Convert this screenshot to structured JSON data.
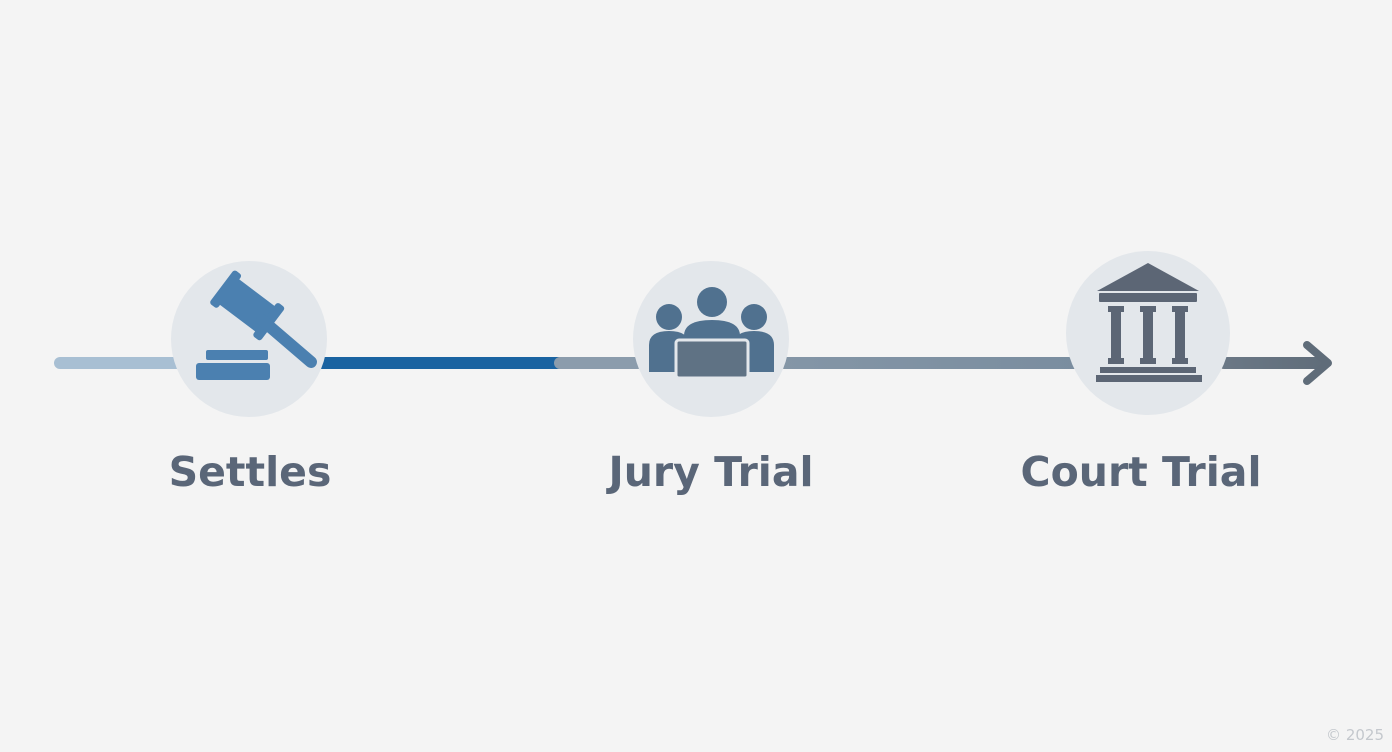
{
  "diagram": {
    "stages": [
      {
        "label": "Settles",
        "icon": "gavel-icon"
      },
      {
        "label": "Jury Trial",
        "icon": "jury-icon"
      },
      {
        "label": "Court Trial",
        "icon": "courthouse-icon"
      }
    ],
    "arrow": "arrow-right-icon"
  },
  "colors": {
    "background": "#f4f4f4",
    "circle_fill": "#e3e7eb",
    "light_segment": "#a8bfd3",
    "dark_blue_segment": "#1a63a1",
    "gray_segment": "#7e91a2",
    "end_segment": "#5f6c79",
    "gavel": "#4b80b0",
    "jury": "#50718f",
    "courthouse": "#5c6675",
    "label_text": "#5a6678"
  },
  "footer": {
    "copyright": "© 2025"
  }
}
